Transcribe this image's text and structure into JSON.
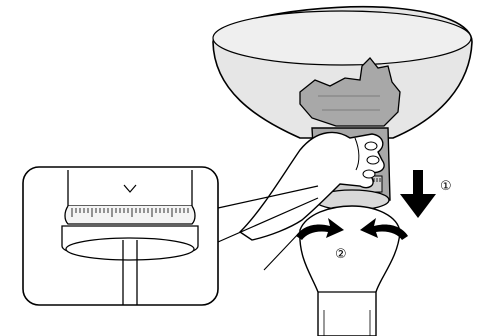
{
  "steps": [
    {
      "number": "1",
      "label": "①"
    },
    {
      "number": "2",
      "label": "②"
    }
  ],
  "colors": {
    "line": "#000000",
    "background": "#ffffff",
    "bowl_fill": "#e6e6e6",
    "part_fill": "#a8a8a8",
    "part_dark": "#7d7d7d",
    "grinder_fill": "#cfcfcf",
    "inset_fill": "#ffffff"
  },
  "icons": {
    "step1": "arrow-down-icon",
    "step2": "rotate-arrows-icon"
  }
}
